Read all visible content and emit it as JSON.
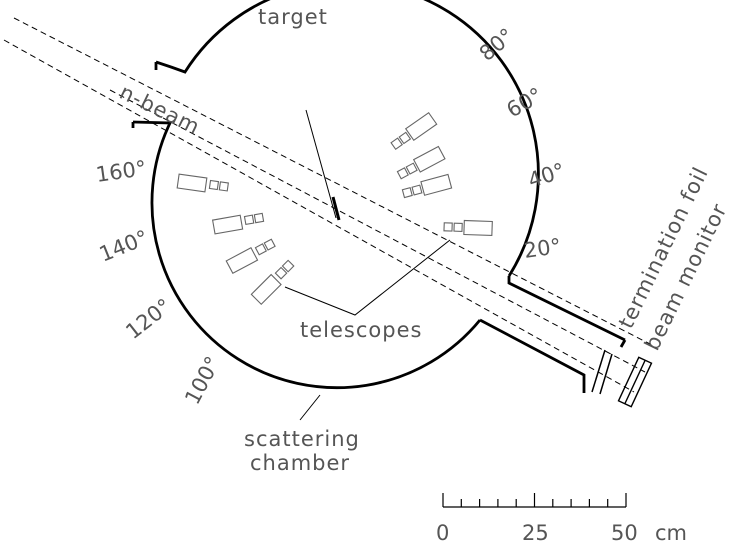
{
  "labels": {
    "target": "target",
    "beam": "n-beam",
    "telescopes": "telescopes",
    "chamber_line1": "scattering",
    "chamber_line2": "chamber",
    "termination_foil": "termination foil",
    "beam_monitor": "beam monitor"
  },
  "angles_right": [
    "80°",
    "60°",
    "40°",
    "20°"
  ],
  "angles_left": [
    "160°",
    "140°",
    "120°",
    "100°"
  ],
  "scale_bar": {
    "ticks": [
      "0",
      "25",
      "50"
    ],
    "unit": "cm"
  },
  "colors": {
    "outline": "#000000",
    "detail": "#666666",
    "text": "#555555"
  }
}
